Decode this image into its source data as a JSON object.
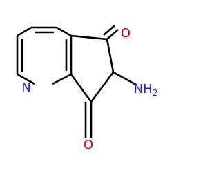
{
  "molecule": {
    "atoms": {
      "n_ring": {
        "symbol": "N",
        "color": "#1f1fe6"
      },
      "o_top": {
        "symbol": "O",
        "color": "#e60000"
      },
      "o_bottom": {
        "symbol": "O",
        "color": "#e60000"
      },
      "amine": {
        "symbol": "NH",
        "subscript": "2",
        "color": "#1f1fe6"
      }
    },
    "bond_color": "#000000"
  }
}
